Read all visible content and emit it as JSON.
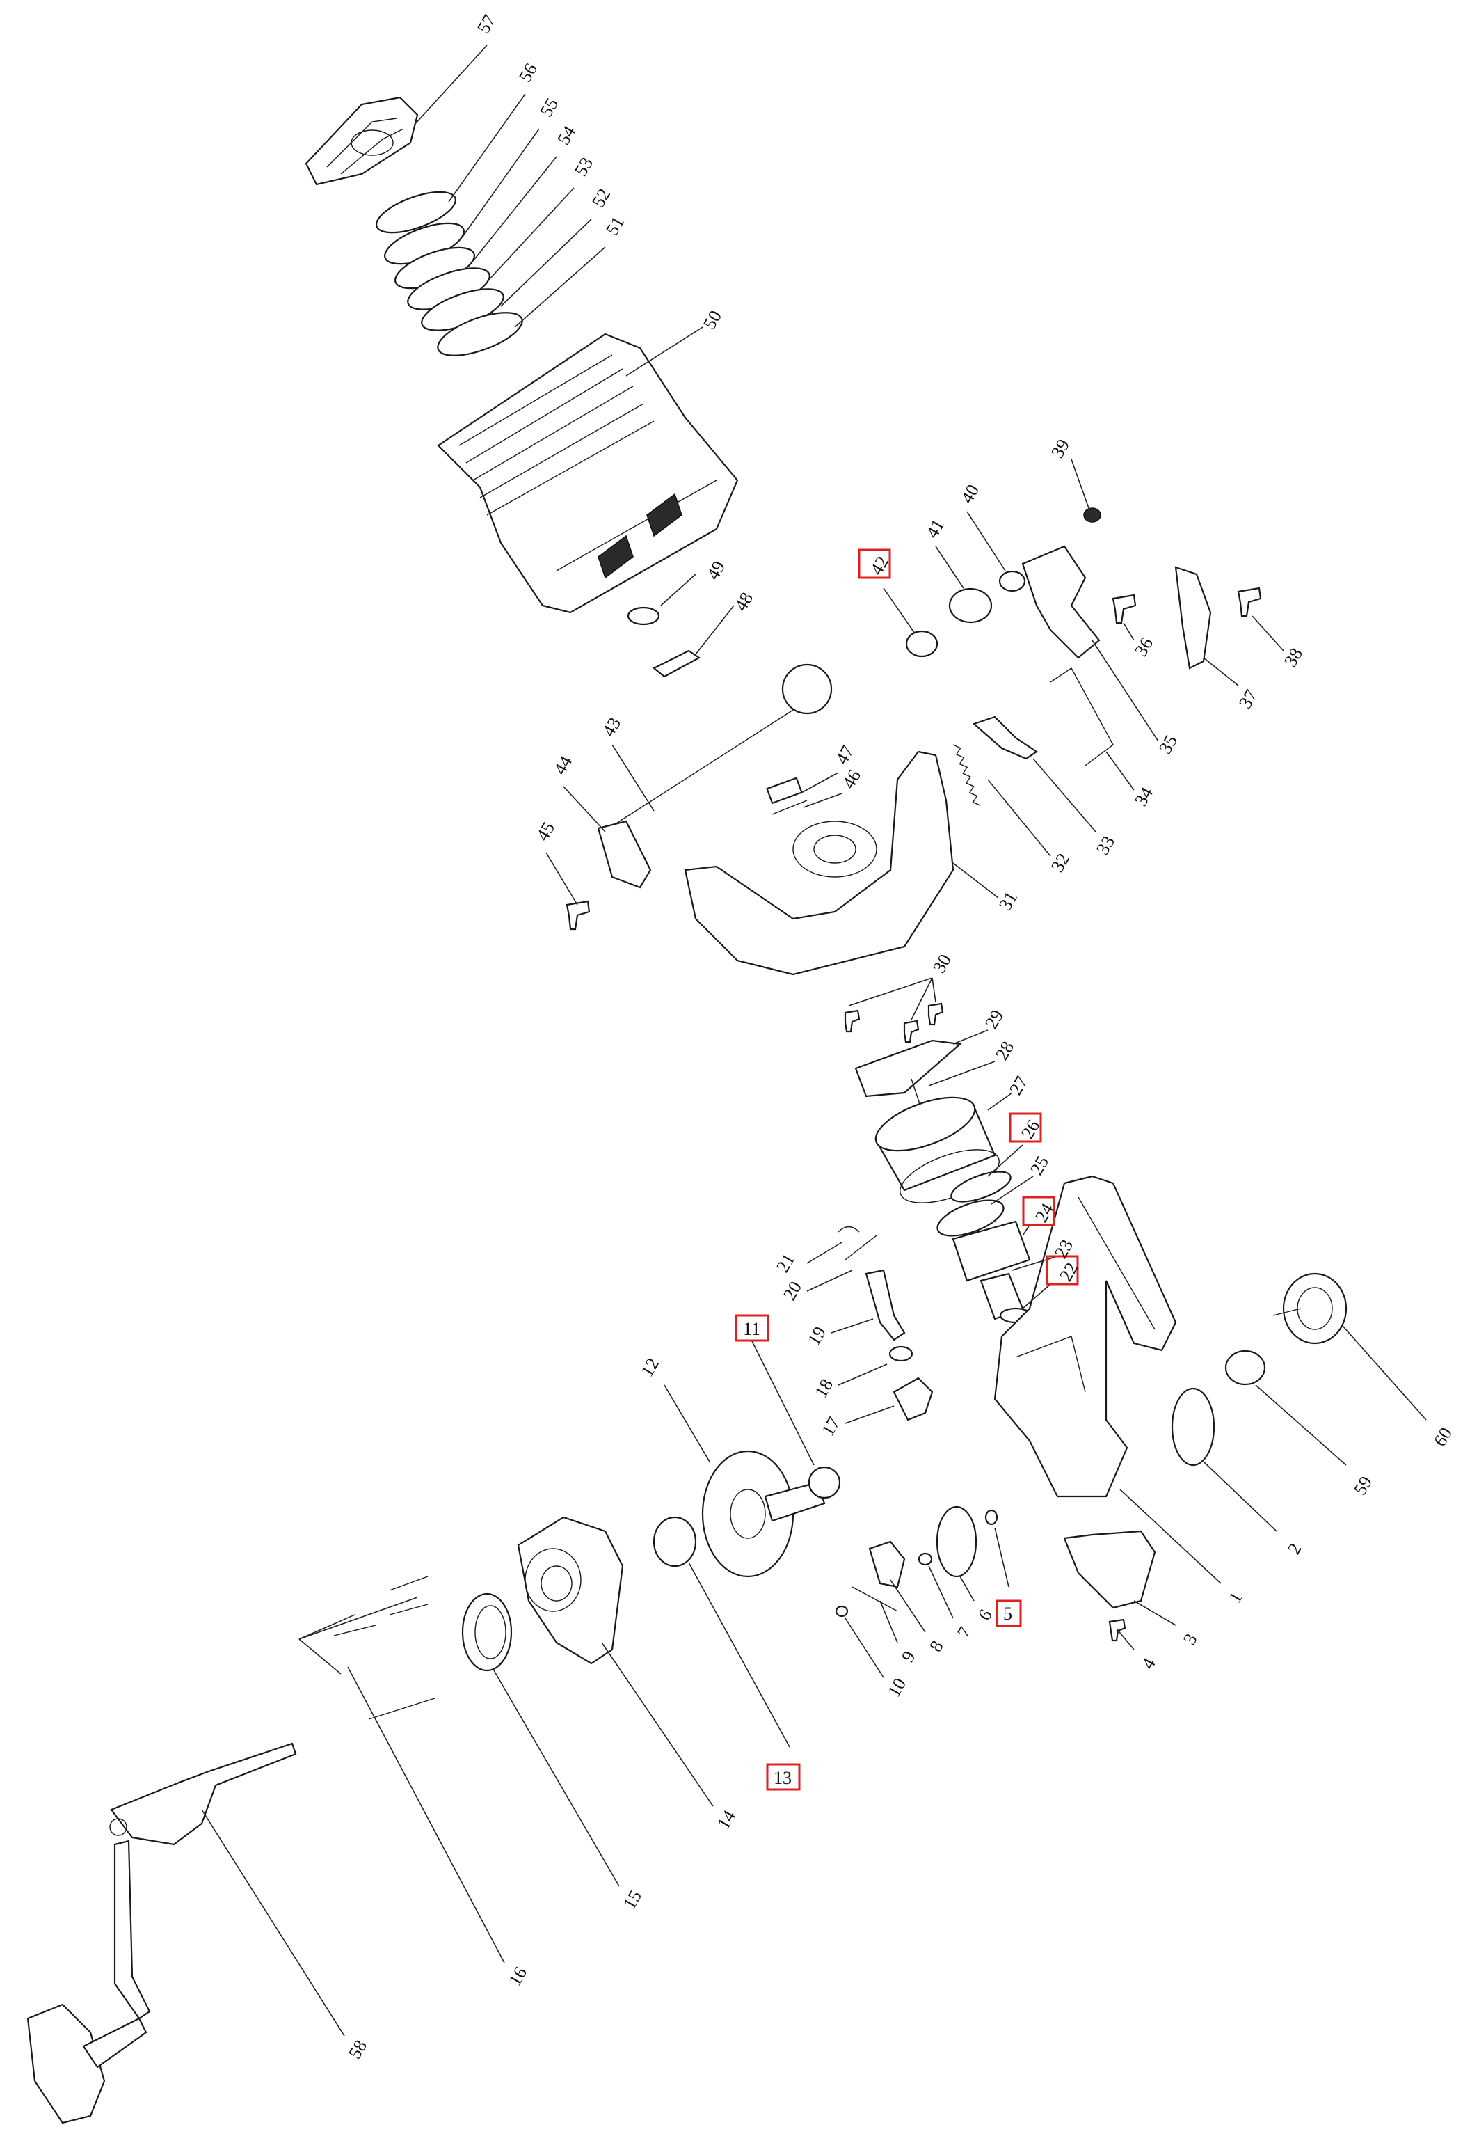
{
  "diagram": {
    "highlight_color": "#e01f1f",
    "line_color": "#222222",
    "part_labels": [
      {
        "id": "p57",
        "text": "57",
        "highlighted": false
      },
      {
        "id": "p56",
        "text": "56",
        "highlighted": false
      },
      {
        "id": "p55",
        "text": "55",
        "highlighted": false
      },
      {
        "id": "p54",
        "text": "54",
        "highlighted": false
      },
      {
        "id": "p53",
        "text": "53",
        "highlighted": false
      },
      {
        "id": "p52",
        "text": "52",
        "highlighted": false
      },
      {
        "id": "p51",
        "text": "51",
        "highlighted": false
      },
      {
        "id": "p50",
        "text": "50",
        "highlighted": false
      },
      {
        "id": "p49",
        "text": "49",
        "highlighted": false
      },
      {
        "id": "p48",
        "text": "48",
        "highlighted": false
      },
      {
        "id": "p39",
        "text": "39",
        "highlighted": false
      },
      {
        "id": "p40",
        "text": "40",
        "highlighted": false
      },
      {
        "id": "p41",
        "text": "41",
        "highlighted": false
      },
      {
        "id": "p42",
        "text": "42",
        "highlighted": true
      },
      {
        "id": "p36",
        "text": "36",
        "highlighted": false
      },
      {
        "id": "p38",
        "text": "38",
        "highlighted": false
      },
      {
        "id": "p37",
        "text": "37",
        "highlighted": false
      },
      {
        "id": "p35",
        "text": "35",
        "highlighted": false
      },
      {
        "id": "p34",
        "text": "34",
        "highlighted": false
      },
      {
        "id": "p33",
        "text": "33",
        "highlighted": false
      },
      {
        "id": "p32",
        "text": "32",
        "highlighted": false
      },
      {
        "id": "p47",
        "text": "47",
        "highlighted": false
      },
      {
        "id": "p46",
        "text": "46",
        "highlighted": false
      },
      {
        "id": "p43",
        "text": "43",
        "highlighted": false
      },
      {
        "id": "p44",
        "text": "44",
        "highlighted": false
      },
      {
        "id": "p45",
        "text": "45",
        "highlighted": false
      },
      {
        "id": "p31",
        "text": "31",
        "highlighted": false
      },
      {
        "id": "p30",
        "text": "30",
        "highlighted": false
      },
      {
        "id": "p29",
        "text": "29",
        "highlighted": false
      },
      {
        "id": "p28",
        "text": "28",
        "highlighted": false
      },
      {
        "id": "p27",
        "text": "27",
        "highlighted": false
      },
      {
        "id": "p26",
        "text": "26",
        "highlighted": true
      },
      {
        "id": "p25",
        "text": "25",
        "highlighted": false
      },
      {
        "id": "p24",
        "text": "24",
        "highlighted": true
      },
      {
        "id": "p23",
        "text": "23",
        "highlighted": false
      },
      {
        "id": "p22",
        "text": "22",
        "highlighted": true
      },
      {
        "id": "p21",
        "text": "21",
        "highlighted": false
      },
      {
        "id": "p20",
        "text": "20",
        "highlighted": false
      },
      {
        "id": "p19",
        "text": "19",
        "highlighted": false
      },
      {
        "id": "p18",
        "text": "18",
        "highlighted": false
      },
      {
        "id": "p17",
        "text": "17",
        "highlighted": false
      },
      {
        "id": "p11",
        "text": "11",
        "highlighted": true
      },
      {
        "id": "p12",
        "text": "12",
        "highlighted": false
      },
      {
        "id": "p60",
        "text": "60",
        "highlighted": false
      },
      {
        "id": "p59",
        "text": "59",
        "highlighted": false
      },
      {
        "id": "p2",
        "text": "2",
        "highlighted": false
      },
      {
        "id": "p1",
        "text": "1",
        "highlighted": false
      },
      {
        "id": "p3",
        "text": "3",
        "highlighted": false
      },
      {
        "id": "p4",
        "text": "4",
        "highlighted": false
      },
      {
        "id": "p5",
        "text": "5",
        "highlighted": true
      },
      {
        "id": "p6",
        "text": "6",
        "highlighted": false
      },
      {
        "id": "p7",
        "text": "7",
        "highlighted": false
      },
      {
        "id": "p8",
        "text": "8",
        "highlighted": false
      },
      {
        "id": "p9",
        "text": "9",
        "highlighted": false
      },
      {
        "id": "p10",
        "text": "10",
        "highlighted": false
      },
      {
        "id": "p13",
        "text": "13",
        "highlighted": true
      },
      {
        "id": "p14",
        "text": "14",
        "highlighted": false
      },
      {
        "id": "p15",
        "text": "15",
        "highlighted": false
      },
      {
        "id": "p16",
        "text": "16",
        "highlighted": false
      },
      {
        "id": "p58",
        "text": "58",
        "highlighted": false
      }
    ]
  }
}
